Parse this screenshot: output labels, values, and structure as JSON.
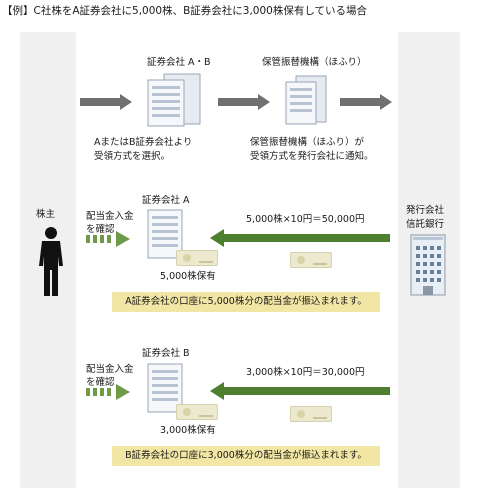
{
  "title": "【例】C社株をA証券会社に5,000株、B証券会社に3,000株保有している場合",
  "left_label": "株主",
  "right_label": [
    "発行会社",
    "信託銀行"
  ],
  "top": {
    "securities_ab": "証券会社 A・B",
    "hofuri": "保管振替機構（ほふり）",
    "note_left": [
      "AまたはB証券会社より",
      "受領方式を選択。"
    ],
    "note_right": [
      "保管振替機構（ほふり）が",
      "受領方式を発行会社に通知。"
    ]
  },
  "section_a": {
    "company": "証券会社 A",
    "confirm": [
      "配当金入金",
      "を確認"
    ],
    "calc": "5,000株×10円＝50,000円",
    "holding": "5,000株保有",
    "banner": "A証券会社の口座に5,000株分の配当金が振込まれます。"
  },
  "section_b": {
    "company": "証券会社 B",
    "confirm": [
      "配当金入金",
      "を確認"
    ],
    "calc": "3,000株×10円＝30,000円",
    "holding": "3,000株保有",
    "banner": "B証券会社の口座に3,000株分の配当金が振込まれます。"
  },
  "colors": {
    "green_arrow": "#4e7f2f",
    "gray_arrow": "#707070",
    "banner": "#f2e6a4",
    "column": "#f0f0f0"
  }
}
